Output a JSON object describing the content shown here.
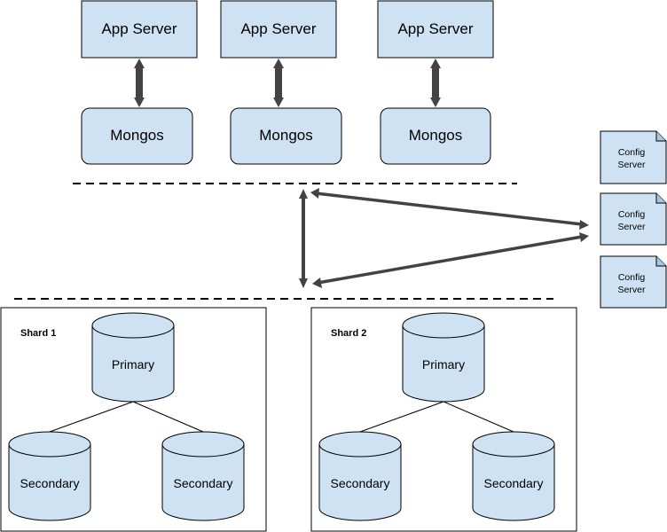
{
  "app_servers": [
    {
      "label": "App Server"
    },
    {
      "label": "App Server"
    },
    {
      "label": "App Server"
    }
  ],
  "mongos": [
    {
      "label": "Mongos"
    },
    {
      "label": "Mongos"
    },
    {
      "label": "Mongos"
    }
  ],
  "config_servers": [
    {
      "line1": "Config",
      "line2": "Server"
    },
    {
      "line1": "Config",
      "line2": "Server"
    },
    {
      "line1": "Config",
      "line2": "Server"
    }
  ],
  "shards": [
    {
      "title": "Shard 1",
      "primary": "Primary",
      "secondaries": [
        "Secondary",
        "Secondary"
      ]
    },
    {
      "title": "Shard 2",
      "primary": "Primary",
      "secondaries": [
        "Secondary",
        "Secondary"
      ]
    }
  ],
  "colors": {
    "node_fill": "#cfe2f3",
    "stroke": "#000000",
    "arrow": "#434343"
  }
}
